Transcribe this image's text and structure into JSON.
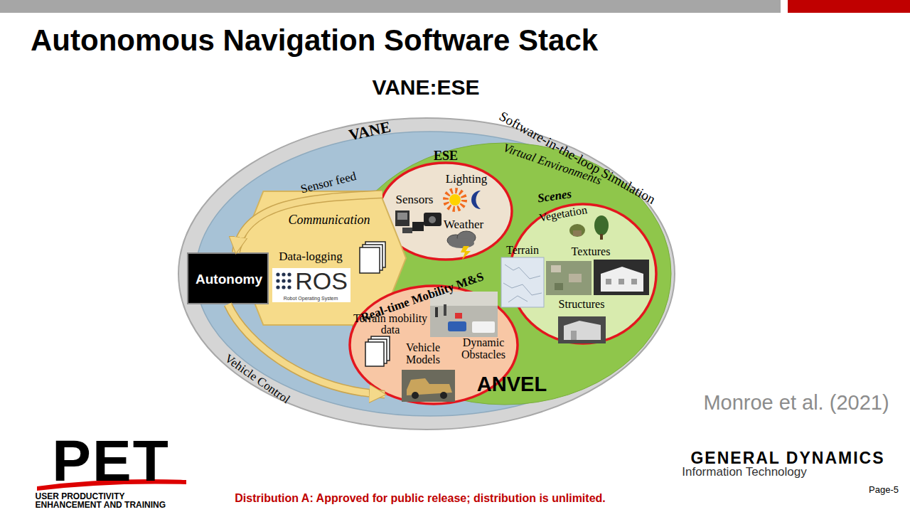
{
  "diagram": {
    "title": "Autonomous Navigation Software Stack",
    "nodes": [
      {
        "text": [
          "VANE",
          "Software-in-the-loop Simulation"
        ]
      },
      {
        "text": [
          "Virtual Environments"
        ],
        "in": 0
      },
      {
        "text": [
          "ESE",
          "Lighting",
          "Sensors",
          "Weather"
        ],
        "in": 0
      },
      {
        "text": [
          "Scenes",
          "Vegetation",
          "Terrain",
          "Textures",
          "Structures"
        ],
        "in": 1
      },
      {
        "text": [
          "Communication",
          "Data-logging",
          "ROS",
          "Robot Operating System"
        ],
        "in": 0
      },
      {
        "text": [
          "Autonomy"
        ]
      },
      {
        "text": [
          "Real-time Mobility M&S",
          "Terrain mobility data",
          "Vehicle Models",
          "Dynamic Obstacles"
        ],
        "in": 0
      }
    ],
    "edges": [
      {
        "from": 2,
        "to": 5,
        "arrow": "to",
        "label": "Sensor feed"
      },
      {
        "from": 5,
        "to": 6,
        "arrow": "to",
        "label": "Vehicle Control"
      }
    ],
    "labels": [
      "VANE:ESE",
      "ANVEL",
      "Monroe et al. (2021)",
      "PET",
      "USER PRODUCTIVITY ENHANCEMENT AND TRAINING",
      "Distribution A: Approved for public release; distribution is unlimited.",
      "GENERAL DYNAMICS",
      "Information Technology",
      "Page-5"
    ]
  }
}
